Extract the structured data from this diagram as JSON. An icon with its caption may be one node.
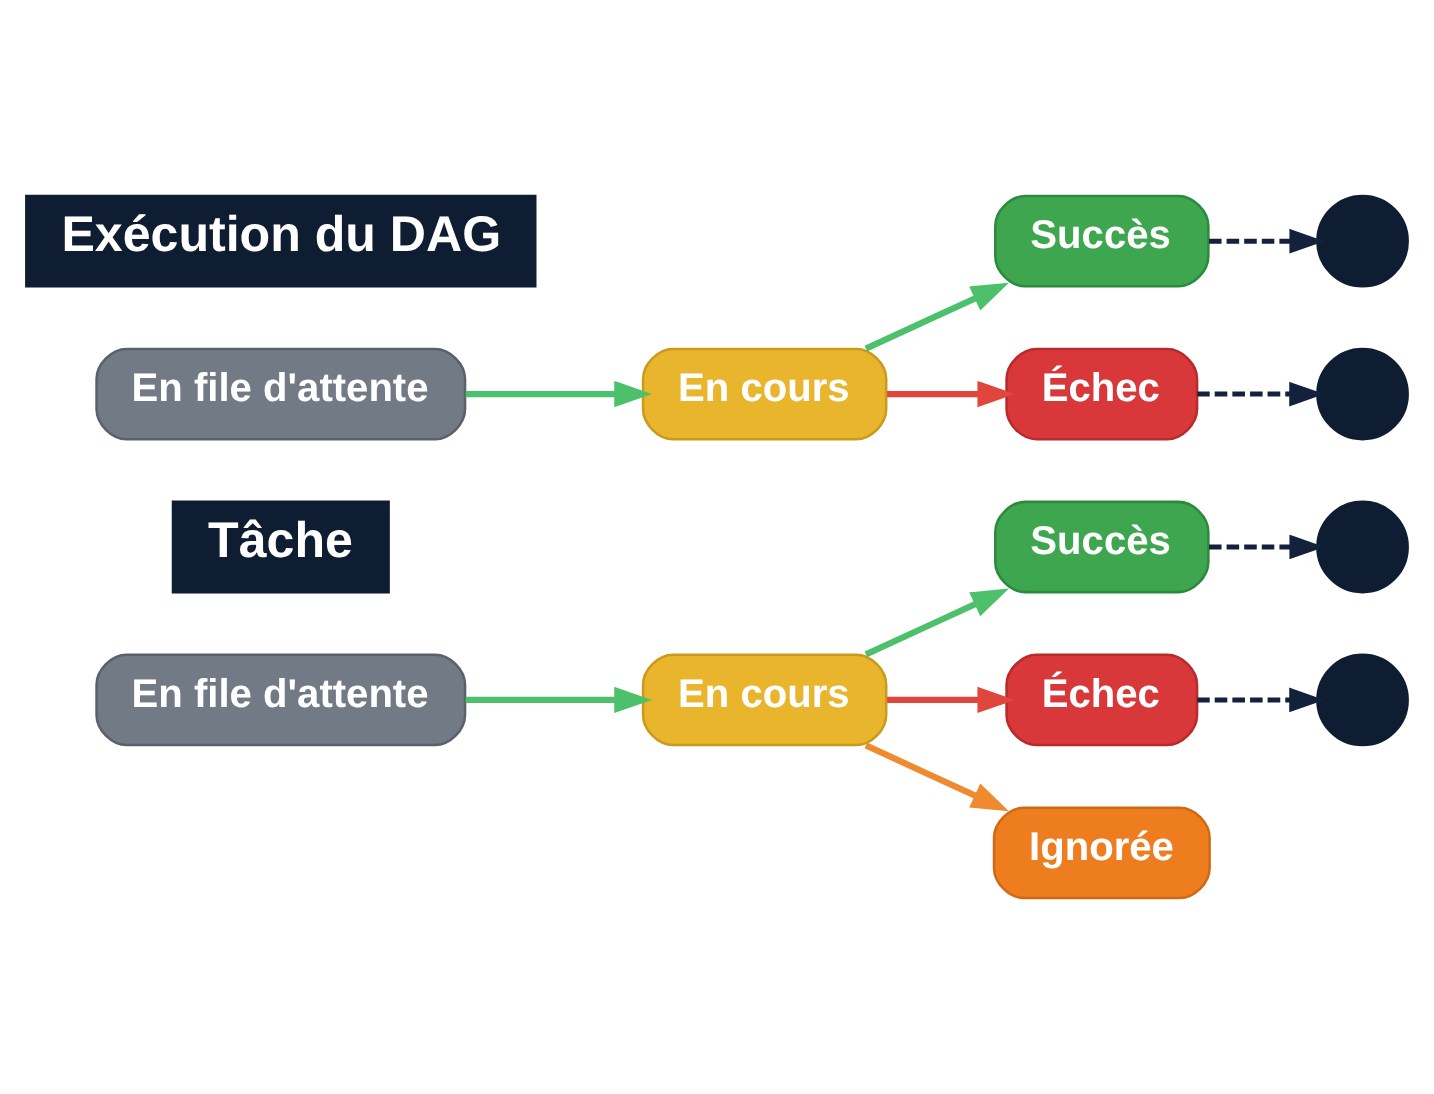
{
  "diagram": {
    "nodes": [
      {
        "text": [
          "Exécution du DAG"
        ]
      },
      {
        "text": [
          "En file d'attente"
        ]
      },
      {
        "text": [
          "En cours"
        ]
      },
      {
        "text": [
          "Succès"
        ]
      },
      {
        "text": [
          "Échec"
        ]
      },
      {
        "text": [],
        "shape": "circle"
      },
      {
        "text": [],
        "shape": "circle"
      },
      {
        "text": [
          "Tâche"
        ]
      },
      {
        "text": [
          "En file d'attente"
        ]
      },
      {
        "text": [
          "En cours"
        ]
      },
      {
        "text": [
          "Succès"
        ]
      },
      {
        "text": [
          "Échec"
        ]
      },
      {
        "text": [
          "Ignorée"
        ]
      },
      {
        "text": [],
        "shape": "circle"
      },
      {
        "text": [],
        "shape": "circle"
      }
    ],
    "edges": [
      {
        "from": 1,
        "to": 2,
        "arrow": "to",
        "color": "#4cc06a"
      },
      {
        "from": 2,
        "to": 3,
        "arrow": "to",
        "color": "#4cc06a"
      },
      {
        "from": 2,
        "to": 4,
        "arrow": "to",
        "color": "#e0463c"
      },
      {
        "from": 3,
        "to": 5,
        "arrow": "to",
        "style": "dashed",
        "color": "#14213d"
      },
      {
        "from": 4,
        "to": 6,
        "arrow": "to",
        "style": "dashed",
        "color": "#14213d"
      },
      {
        "from": 8,
        "to": 9,
        "arrow": "to",
        "color": "#4cc06a"
      },
      {
        "from": 9,
        "to": 10,
        "arrow": "to",
        "color": "#4cc06a"
      },
      {
        "from": 9,
        "to": 11,
        "arrow": "to",
        "color": "#e0463c"
      },
      {
        "from": 9,
        "to": 12,
        "arrow": "to",
        "color": "#ef8a2e"
      },
      {
        "from": 10,
        "to": 13,
        "arrow": "to",
        "style": "dashed",
        "color": "#14213d"
      },
      {
        "from": 11,
        "to": 14,
        "arrow": "to",
        "style": "dashed",
        "color": "#14213d"
      }
    ]
  }
}
